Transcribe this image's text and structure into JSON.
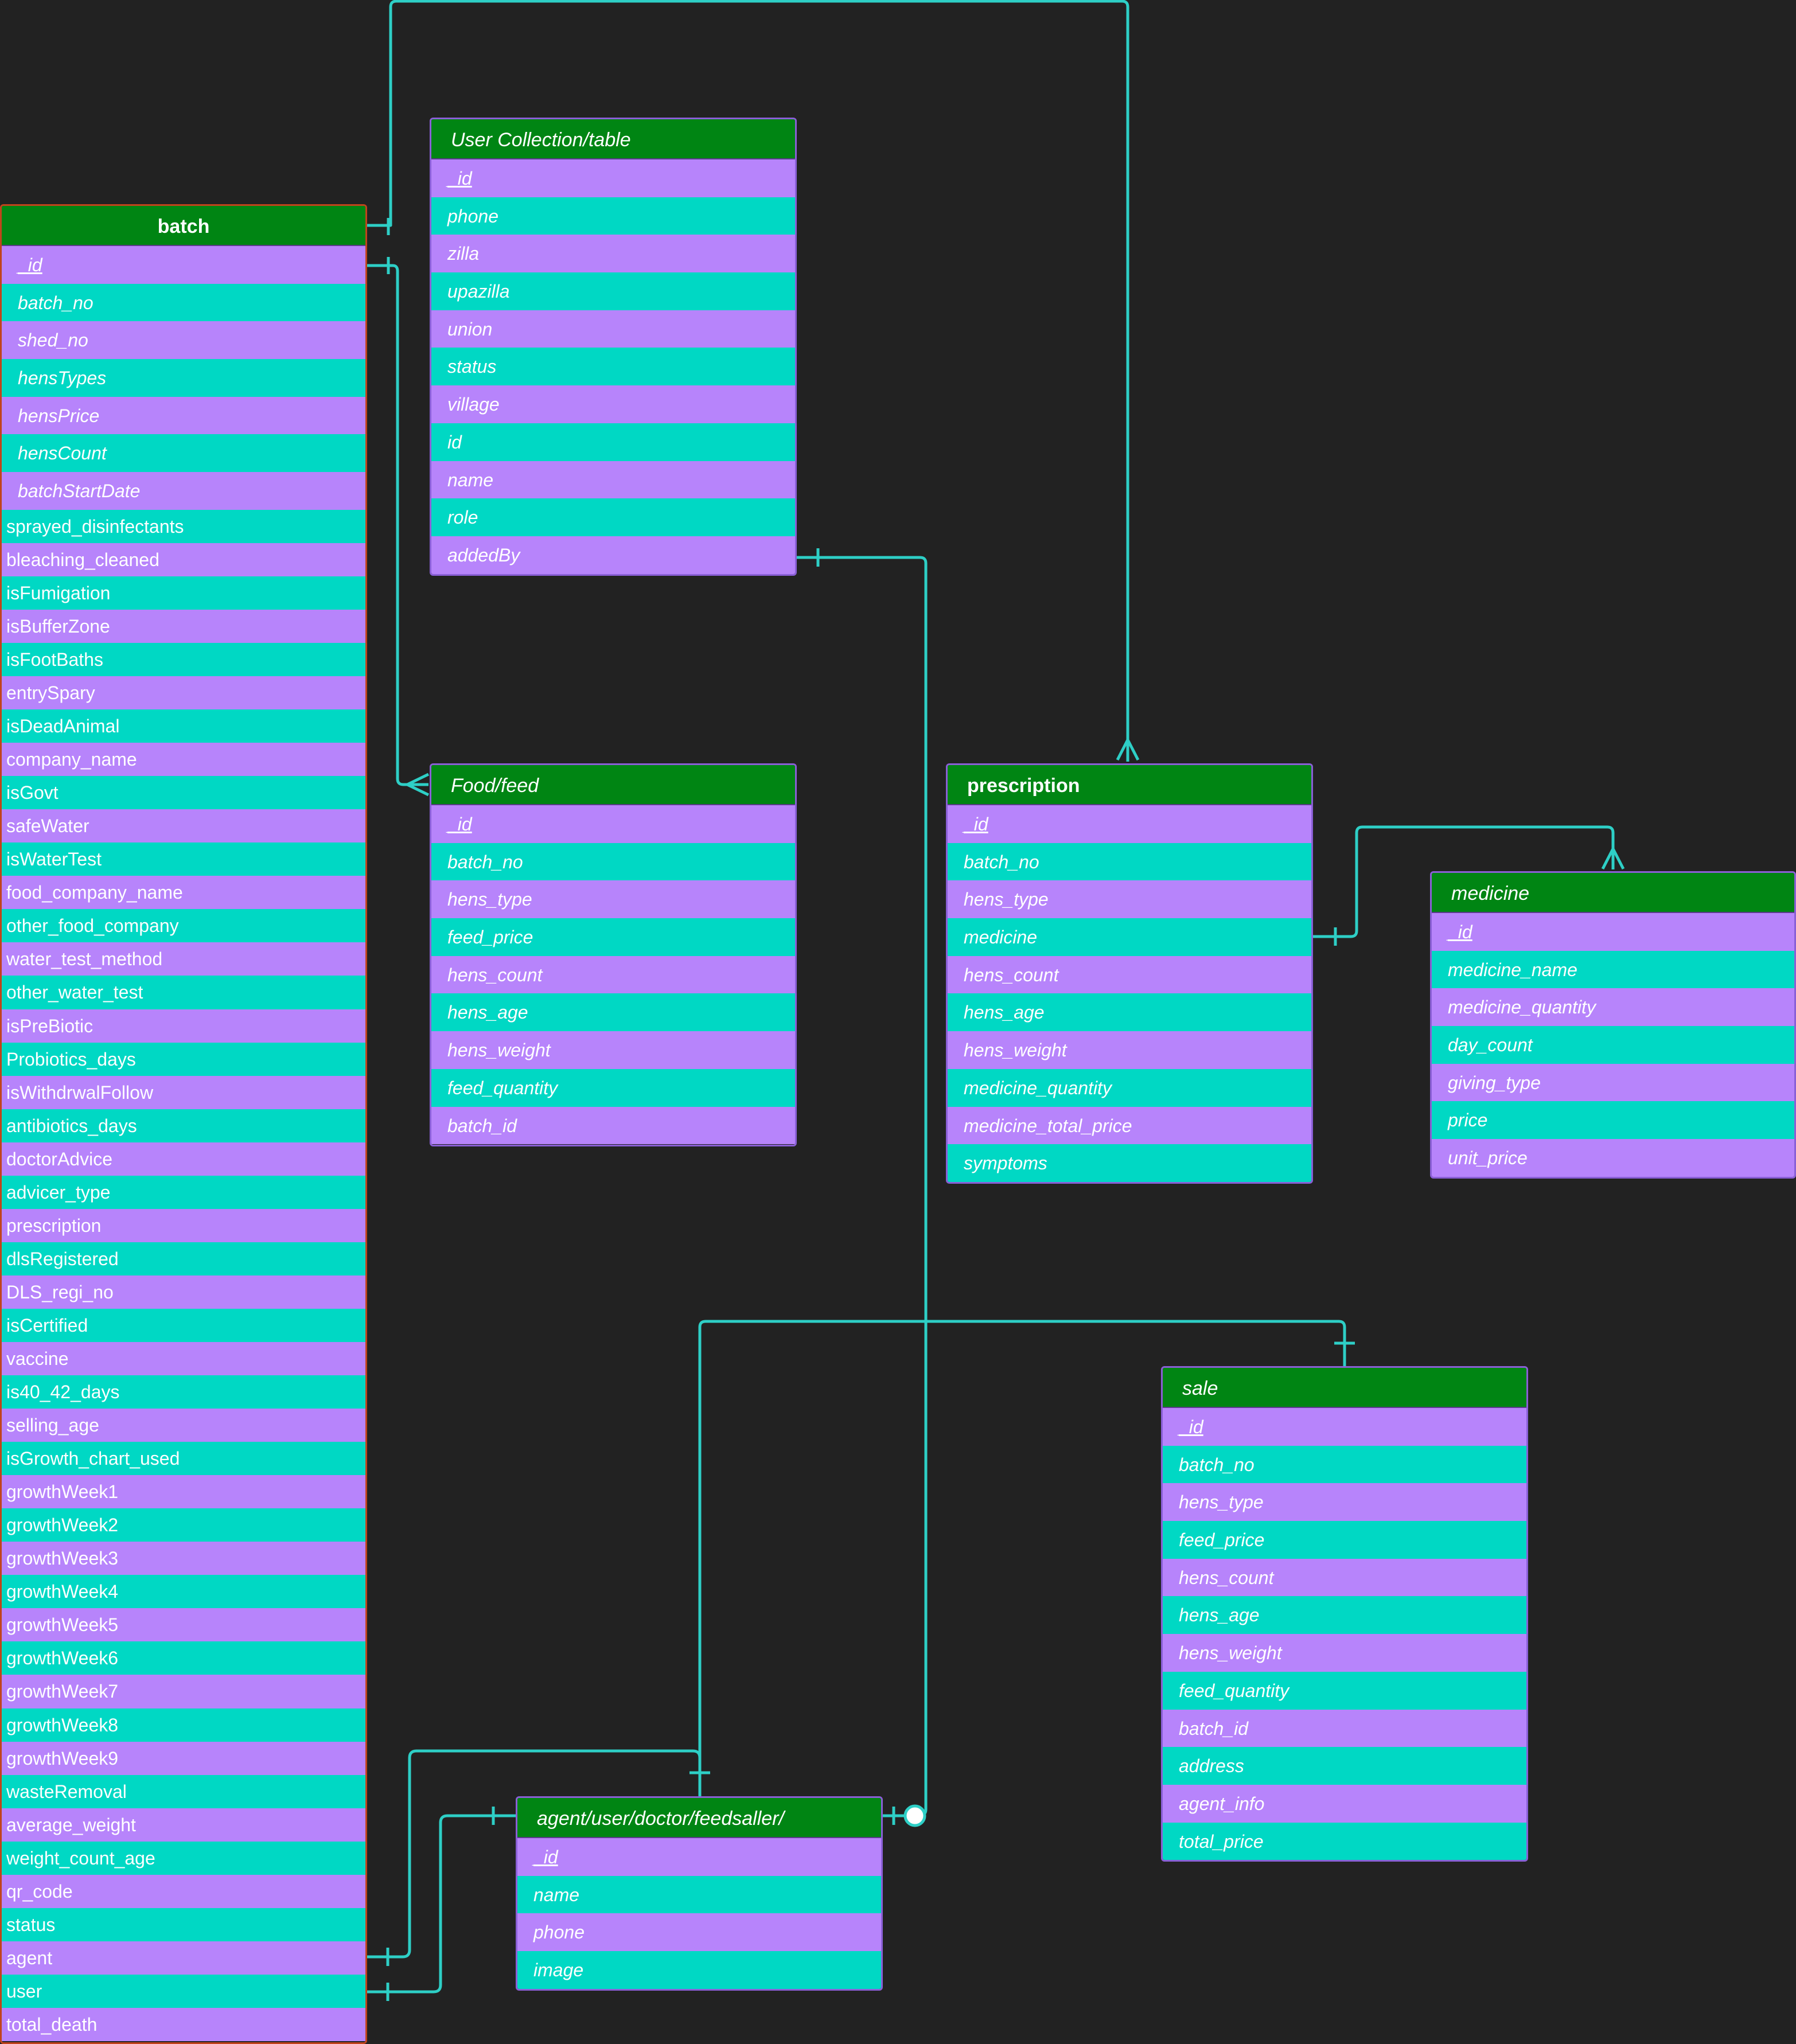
{
  "colors": {
    "background": "#222222",
    "header": "#008513",
    "row_purple": "#b784fb",
    "row_teal": "#00d8c4",
    "connector": "#2ecfc6"
  },
  "tables": {
    "batch": {
      "title": "batch",
      "fields": [
        "_id",
        "batch_no",
        "shed_no",
        "hensTypes",
        "hensPrice",
        "hensCount",
        "batchStartDate"
      ],
      "plain_fields": [
        "sprayed_disinfectants",
        "bleaching_cleaned",
        "isFumigation",
        "isBufferZone",
        "isFootBaths",
        "entrySpary",
        "isDeadAnimal",
        "company_name",
        "isGovt",
        "safeWater",
        "isWaterTest",
        "food_company_name",
        "other_food_company",
        "water_test_method",
        "other_water_test",
        "isPreBiotic",
        "Probiotics_days",
        "isWithdrwalFollow",
        "antibiotics_days",
        "doctorAdvice",
        "advicer_type",
        "prescription",
        "dlsRegistered",
        "DLS_regi_no",
        "isCertified",
        "vaccine",
        "is40_42_days",
        "selling_age",
        "isGrowth_chart_used",
        "growthWeek1",
        "growthWeek2",
        "growthWeek3",
        "growthWeek4",
        "growthWeek5",
        "growthWeek6",
        "growthWeek7",
        "growthWeek8",
        "growthWeek9",
        "wasteRemoval",
        "average_weight",
        "weight_count_age",
        "qr_code",
        "status",
        "agent",
        "user",
        "total_death"
      ]
    },
    "user": {
      "title": "User Collection/table",
      "fields": [
        "_id",
        "phone",
        "zilla",
        "upazilla",
        "union",
        "status",
        "village",
        "id",
        "name",
        "role",
        "addedBy"
      ]
    },
    "food": {
      "title": "Food/feed",
      "fields": [
        "_id",
        "batch_no",
        "hens_type",
        "feed_price",
        "hens_count",
        "hens_age",
        "hens_weight",
        "feed_quantity",
        "batch_id"
      ]
    },
    "prescription": {
      "title": "prescription",
      "fields": [
        "_id",
        "batch_no",
        "hens_type",
        "medicine",
        "hens_count",
        "hens_age",
        "hens_weight",
        "medicine_quantity",
        "medicine_total_price",
        "symptoms"
      ]
    },
    "medicine": {
      "title": "medicine",
      "fields": [
        "_id",
        "medicine_name",
        "medicine_quantity",
        "day_count",
        "giving_type",
        "price",
        "unit_price"
      ]
    },
    "sale": {
      "title": "sale",
      "fields": [
        "_id",
        "batch_no",
        "hens_type",
        "feed_price",
        "hens_count",
        "hens_age",
        "hens_weight",
        "feed_quantity",
        "batch_id",
        "address",
        "agent_info",
        "total_price"
      ]
    },
    "agent": {
      "title": "agent/user/doctor/feedsaller/",
      "fields": [
        "_id",
        "name",
        "phone",
        "image"
      ]
    }
  }
}
